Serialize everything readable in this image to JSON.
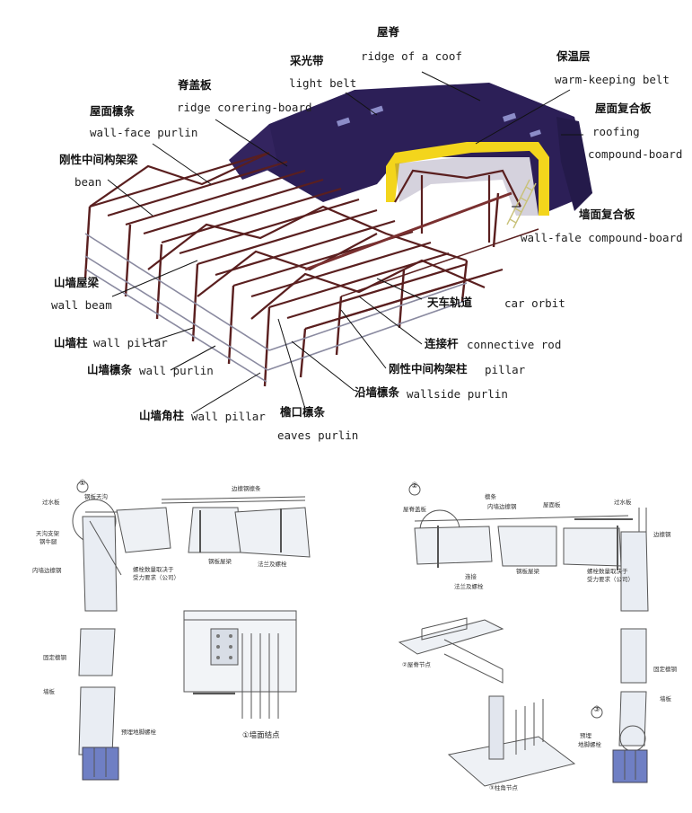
{
  "labels": {
    "ridge_cn": "屋脊",
    "ridge_en": "ridge of a coof",
    "light_cn": "采光带",
    "light_en": "light belt",
    "warm_cn": "保温层",
    "warm_en": "warm-keeping belt",
    "ridgecover_cn": "脊盖板",
    "ridgecover_en": "ridge corering-board",
    "roofcomp_cn": "屋面复合板",
    "roofcomp_en1": "roofing",
    "roofcomp_en2": "compound-board",
    "wfpurlin_cn": "屋面檩条",
    "wfpurlin_en": "wall-face purlin",
    "bean_cn": "刚性中间构架梁",
    "bean_en": "bean",
    "wallcomp_cn": "墙面复合板",
    "wallcomp_en": "wall-fale compound-board",
    "wallbeam_cn": "山墙屋梁",
    "wallbeam_en": "wall beam",
    "carorbit_cn": "天车轨道",
    "carorbit_en": "car orbit",
    "wallpillar_cn": "山墙柱",
    "wallpillar_en": "wall pillar",
    "connrod_cn": "连接杆",
    "connrod_en": "connective rod",
    "wallpurlin_cn": "山墙檩条",
    "wallpurlin_en": "wall purlin",
    "pillar_cn": "刚性中间构架柱",
    "pillar_en": "pillar",
    "wallside_cn": "沿墙檩条",
    "wallside_en": "wallside purlin",
    "corner_cn": "山墙角柱",
    "corner_en": "wall pillar",
    "eaves_cn": "檐口檩条",
    "eaves_en": "eaves purlin"
  },
  "details": {
    "num1": "①",
    "num2": "②",
    "num3": "③",
    "d1_a": "过水板",
    "d1_b": "钢板天沟",
    "d1_c": "天沟支架",
    "d1_d": "钢牛腿",
    "d1_e": "内墙边檩钢",
    "d1_f": "固定檩钢",
    "d1_g": "墙板",
    "d1_h": "预埋地脚螺栓",
    "d1_i": "边檩钢檩条",
    "d1_j": "钢板屋梁",
    "d1_k": "法兰及螺栓",
    "d1_l": "螺栓数量取决于",
    "d1_m": "受力要求（公司）",
    "d1_caption": "①墙面结点",
    "d2_a": "屋脊盖板",
    "d2_b": "檩条",
    "d2_c": "内墙边檩钢",
    "d2_d": "屋面板",
    "d2_e": "过水板",
    "d2_f": "边檩钢",
    "d2_g": "连接",
    "d2_h": "法兰及螺栓",
    "d2_i": "钢板屋梁",
    "d2_j": "螺栓数量取决于",
    "d2_k": "受力要求（公司）",
    "d2_l": "固定檩钢",
    "d2_m": "墙板",
    "d2_n": "预埋",
    "d2_o": "地脚螺栓",
    "d2_caption": "②屋脊节点",
    "d3_caption": "③柱角节点"
  },
  "colors": {
    "roof": "#2c1f57",
    "frame": "#5a1f1f",
    "insulation": "#f3d51c",
    "ink": "#111111",
    "detail_line": "#555555",
    "column_base": "#6f7fc4"
  }
}
